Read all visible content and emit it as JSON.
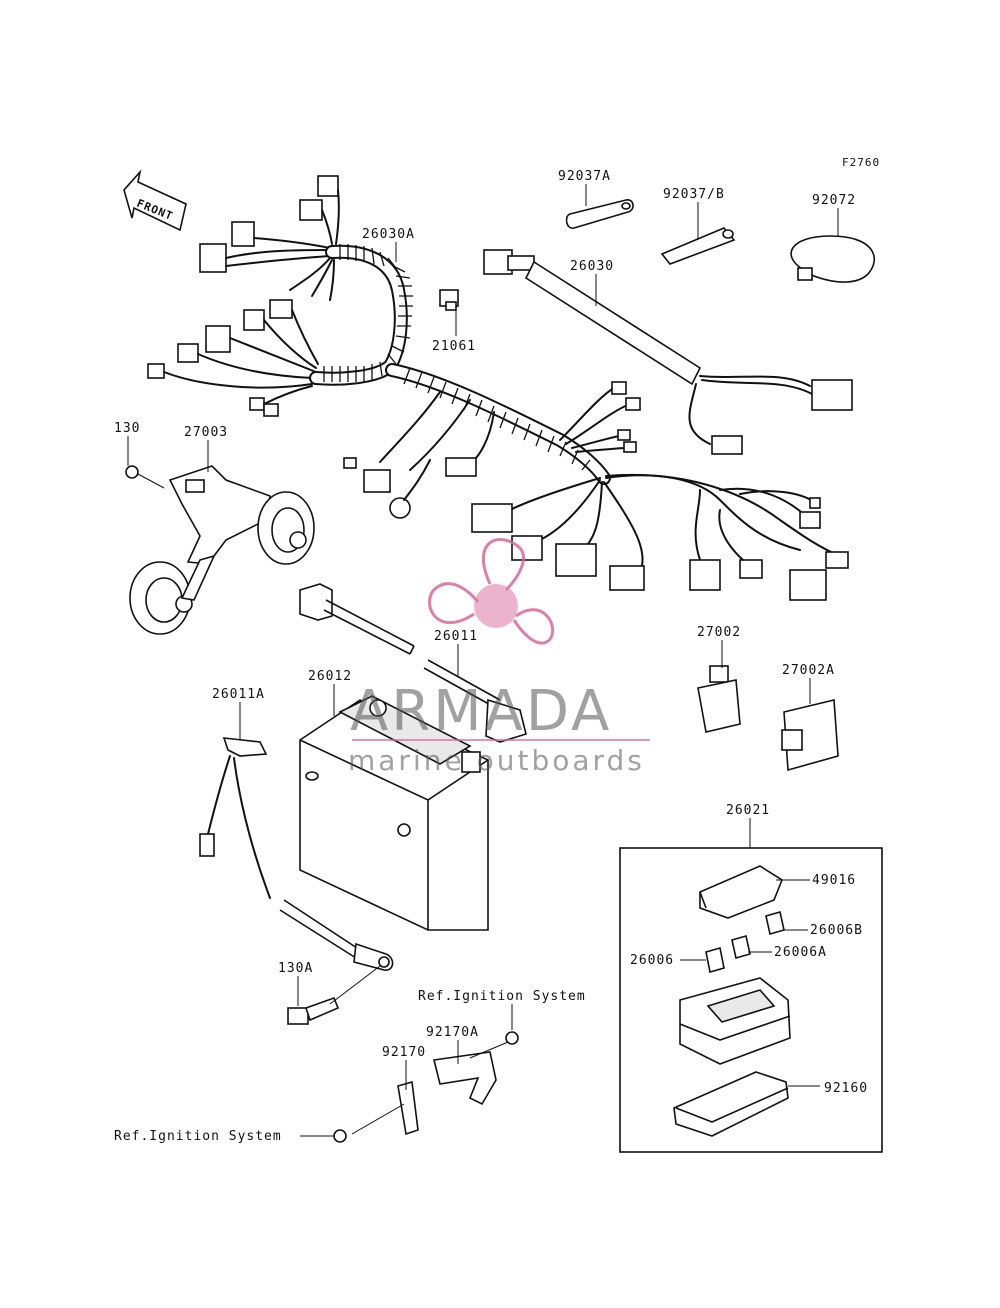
{
  "figure_code": "F2760",
  "front_label": "FRONT",
  "parts": {
    "p26030A": "26030A",
    "p26030": "26030",
    "p21061": "21061",
    "p92037A": "92037A",
    "p92037B": "92037/B",
    "p92072": "92072",
    "p130": "130",
    "p27003": "27003",
    "p26011": "26011",
    "p26012": "26012",
    "p26011A": "26011A",
    "p27002": "27002",
    "p27002A": "27002A",
    "p26021": "26021",
    "p49016": "49016",
    "p26006B": "26006B",
    "p26006A": "26006A",
    "p26006": "26006",
    "p92160": "92160",
    "p130A": "130A",
    "p92170A": "92170A",
    "p92170": "92170"
  },
  "refs": {
    "ignition_top": "Ref.Ignition System",
    "ignition_bottom": "Ref.Ignition System"
  },
  "watermark": {
    "brand": "ARMADA",
    "sub": "marine outboards",
    "color": "#d9699a"
  }
}
